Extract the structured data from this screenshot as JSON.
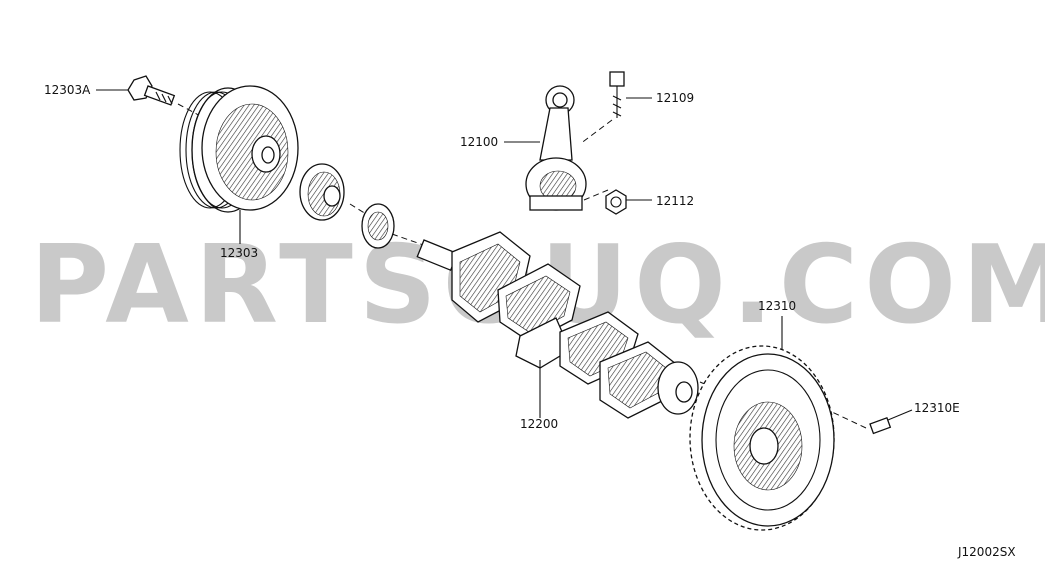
{
  "watermark": "PARTSOUQ.COM",
  "figure_code": "J12002SX",
  "parts": {
    "bolt_pulley": "12303A",
    "pulley": "12303",
    "rod": "12100",
    "rod_bolt": "12109",
    "rod_nut": "12112",
    "crankshaft": "12200",
    "flywheel": "12310",
    "flywheel_bolt": "12310E"
  }
}
